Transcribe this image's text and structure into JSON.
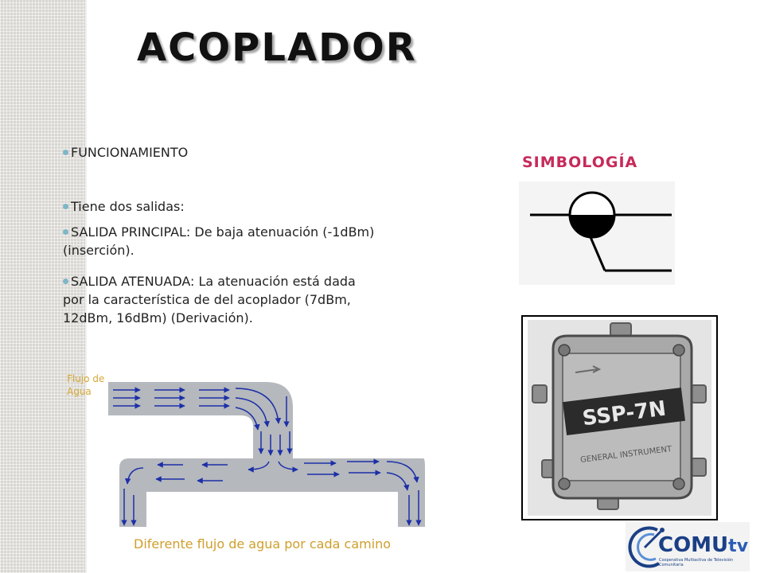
{
  "slide": {
    "title": "ACOPLADOR",
    "bullets": [
      "FUNCIONAMIENTO",
      "Tiene dos salidas:",
      "SALIDA PRINCIPAL: De baja atenuación (-1dBm) (inserción).",
      "SALIDA ATENUADA: La atenuación está dada por la característica de del acoplador (7dBm, 12dBm, 16dBm) (Derivación)."
    ],
    "symbology_heading": "SIMBOLOGÍA",
    "device_label": "SSP-7N",
    "device_brand": "GENERAL INSTRUMENT",
    "flow_label": "Flujo de Agua",
    "flow_caption": "Diferente flujo de agua por cada camino",
    "logo": {
      "name": "COMU",
      "suffix": "tv",
      "subtitle": "Cooperativa Multiactiva de Televisión Comunitaria"
    }
  },
  "colors": {
    "title": "#111111",
    "heading_accent": "#c72a5a",
    "caption": "#cf9f2c",
    "bullet_dot": "#7fb6c8",
    "pipe_fill": "#b5b8bd",
    "arrow": "#1c2fa8",
    "logo_blue": "#1a3f86"
  }
}
